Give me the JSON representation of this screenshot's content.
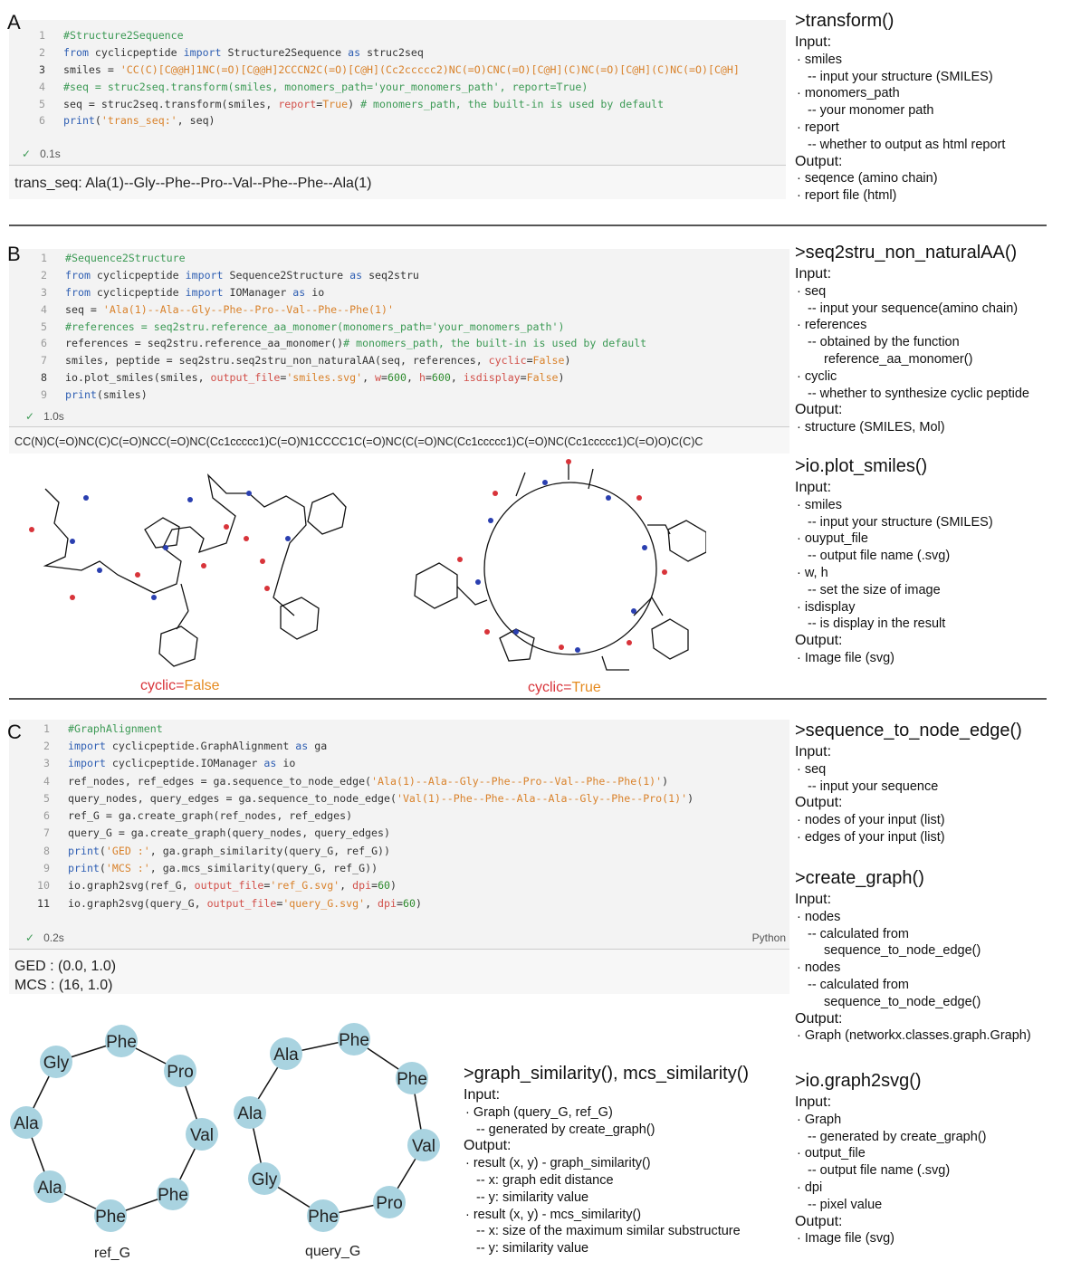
{
  "panels": {
    "a": "A",
    "b": "B",
    "c": "C"
  },
  "code_a": {
    "current_line": 3,
    "lines": [
      [
        [
          "#Structure2Sequence",
          "c"
        ]
      ],
      [
        [
          "from",
          "k"
        ],
        [
          " cyclicpeptide ",
          ""
        ],
        [
          "import",
          "k"
        ],
        [
          " Structure2Sequence ",
          ""
        ],
        [
          "as",
          "k"
        ],
        [
          " struc2seq",
          ""
        ]
      ],
      [
        [
          "smiles = ",
          ""
        ],
        [
          "'CC(C)[C@@H]1NC(=O)[C@@H]2CCCN2C(=O)[C@H](Cc2ccccc2)NC(=O)CNC(=O)[C@H](C)NC(=O)[C@H](C)NC(=O)[C@H]",
          "s"
        ]
      ],
      [
        [
          "#seq = struc2seq.transform(smiles, monomers_path='your_monomers_path', report=True)",
          "c"
        ]
      ],
      [
        [
          "seq = struc2seq.transform(smiles, ",
          ""
        ],
        [
          "report",
          "p"
        ],
        [
          "=",
          ""
        ],
        [
          "True",
          "s"
        ],
        [
          ") ",
          ""
        ],
        [
          "# monomers_path, the built-in is used by default",
          "c"
        ]
      ],
      [
        [
          "print",
          "k"
        ],
        [
          "(",
          ""
        ],
        [
          "'trans_seq:'",
          "s"
        ],
        [
          ", seq)",
          ""
        ]
      ]
    ]
  },
  "status_a": {
    "tick": "✓",
    "time": "0.1s"
  },
  "output_a": "trans_seq: Ala(1)--Gly--Phe--Pro--Val--Phe--Phe--Ala(1)",
  "code_b": {
    "current_line": 8,
    "lines": [
      [
        [
          "#Sequence2Structure",
          "c"
        ]
      ],
      [
        [
          "from",
          "k"
        ],
        [
          " cyclicpeptide ",
          ""
        ],
        [
          "import",
          "k"
        ],
        [
          " Sequence2Structure ",
          ""
        ],
        [
          "as",
          "k"
        ],
        [
          " seq2stru",
          ""
        ]
      ],
      [
        [
          "from",
          "k"
        ],
        [
          " cyclicpeptide ",
          ""
        ],
        [
          "import",
          "k"
        ],
        [
          " IOManager ",
          ""
        ],
        [
          "as",
          "k"
        ],
        [
          " io",
          ""
        ]
      ],
      [
        [
          "seq = ",
          ""
        ],
        [
          "'Ala(1)--Ala--Gly--Phe--Pro--Val--Phe--Phe(1)'",
          "s"
        ]
      ],
      [
        [
          "#references = seq2stru.reference_aa_monomer(monomers_path='your_monomers_path')",
          "c"
        ]
      ],
      [
        [
          "references = seq2stru.reference_aa_monomer()",
          ""
        ],
        [
          "# monomers_path, the built-in is used by default",
          "c"
        ]
      ],
      [
        [
          "smiles, peptide = seq2stru.seq2stru_non_naturalAA(seq, references, ",
          ""
        ],
        [
          "cyclic",
          "p"
        ],
        [
          "=",
          ""
        ],
        [
          "False",
          "s"
        ],
        [
          ")",
          ""
        ]
      ],
      [
        [
          "io.plot_smiles(smiles, ",
          ""
        ],
        [
          "output_file",
          "p"
        ],
        [
          "=",
          ""
        ],
        [
          "'smiles.svg'",
          "s"
        ],
        [
          ", ",
          ""
        ],
        [
          "w",
          "p"
        ],
        [
          "=",
          ""
        ],
        [
          "600",
          "n"
        ],
        [
          ", ",
          ""
        ],
        [
          "h",
          "p"
        ],
        [
          "=",
          ""
        ],
        [
          "600",
          "n"
        ],
        [
          ", ",
          ""
        ],
        [
          "isdisplay",
          "p"
        ],
        [
          "=",
          ""
        ],
        [
          "False",
          "s"
        ],
        [
          ")",
          ""
        ]
      ],
      [
        [
          "print",
          "k"
        ],
        [
          "(smiles)",
          ""
        ]
      ]
    ]
  },
  "status_b": {
    "tick": "✓",
    "time": "1.0s"
  },
  "output_b": "CC(N)C(=O)NC(C)C(=O)NCC(=O)NC(Cc1ccccc1)C(=O)N1CCCC1C(=O)NC(C(=O)NC(Cc1ccccc1)C(=O)NC(Cc1ccccc1)C(=O)O)C(C)C",
  "captions": {
    "left": {
      "key": "cyclic",
      "eq": "=",
      "val": "False"
    },
    "right": {
      "key": "cyclic",
      "eq": "=",
      "val": "True"
    }
  },
  "code_c": {
    "current_line": 11,
    "lines": [
      [
        [
          "#GraphAlignment",
          "c"
        ]
      ],
      [
        [
          "import",
          "k"
        ],
        [
          " cyclicpeptide.GraphAlignment ",
          ""
        ],
        [
          "as",
          "k"
        ],
        [
          " ga",
          ""
        ]
      ],
      [
        [
          "import",
          "k"
        ],
        [
          " cyclicpeptide.IOManager ",
          ""
        ],
        [
          "as",
          "k"
        ],
        [
          " io",
          ""
        ]
      ],
      [
        [
          "ref_nodes, ref_edges = ga.sequence_to_node_edge(",
          ""
        ],
        [
          "'Ala(1)--Ala--Gly--Phe--Pro--Val--Phe--Phe(1)'",
          "s"
        ],
        [
          ")",
          ""
        ]
      ],
      [
        [
          "query_nodes, query_edges = ga.sequence_to_node_edge(",
          ""
        ],
        [
          "'Val(1)--Phe--Phe--Ala--Ala--Gly--Phe--Pro(1)'",
          "s"
        ],
        [
          ")",
          ""
        ]
      ],
      [
        [
          "ref_G = ga.create_graph(ref_nodes, ref_edges)",
          ""
        ]
      ],
      [
        [
          "query_G = ga.create_graph(query_nodes, query_edges)",
          ""
        ]
      ],
      [
        [
          "print",
          "k"
        ],
        [
          "(",
          ""
        ],
        [
          "'GED :'",
          "s"
        ],
        [
          ", ga.graph_similarity(query_G, ref_G))",
          ""
        ]
      ],
      [
        [
          "print",
          "k"
        ],
        [
          "(",
          ""
        ],
        [
          "'MCS :'",
          "s"
        ],
        [
          ", ga.mcs_similarity(query_G, ref_G))",
          ""
        ]
      ],
      [
        [
          "io.graph2svg(ref_G, ",
          ""
        ],
        [
          "output_file",
          "p"
        ],
        [
          "=",
          ""
        ],
        [
          "'ref_G.svg'",
          "s"
        ],
        [
          ", ",
          ""
        ],
        [
          "dpi",
          "p"
        ],
        [
          "=",
          ""
        ],
        [
          "60",
          "n"
        ],
        [
          ")",
          ""
        ]
      ],
      [
        [
          "io.graph2svg(query_G, ",
          ""
        ],
        [
          "output_file",
          "p"
        ],
        [
          "=",
          ""
        ],
        [
          "'query_G.svg'",
          "s"
        ],
        [
          ", ",
          ""
        ],
        [
          "dpi",
          "p"
        ],
        [
          "=",
          ""
        ],
        [
          "60",
          "n"
        ],
        [
          ")",
          ""
        ]
      ]
    ]
  },
  "status_c": {
    "tick": "✓",
    "time": "0.2s",
    "language": "Python"
  },
  "output_c": [
    "GED : (0.0, 1.0)",
    "MCS : (16, 1.0)"
  ],
  "graphs": {
    "ref": {
      "label": "ref_G",
      "nodes": [
        "Phe",
        "Pro",
        "Val",
        "Phe",
        "Phe",
        "Ala",
        "Ala",
        "Gly"
      ]
    },
    "query": {
      "label": "query_G",
      "nodes": [
        "Phe",
        "Phe",
        "Val",
        "Pro",
        "Phe",
        "Gly",
        "Ala",
        "Ala"
      ]
    },
    "node_color": "#a9d3e0"
  },
  "docs": {
    "transform": [
      [
        "ttl",
        ">transform()"
      ],
      [
        "h",
        "Input:"
      ],
      [
        "i",
        "· smiles"
      ],
      [
        "s1",
        "-- input your structure (SMILES)"
      ],
      [
        "i",
        "· monomers_path"
      ],
      [
        "s1",
        "-- your monomer path"
      ],
      [
        "i",
        "· report"
      ],
      [
        "s1",
        "-- whether to output as html report"
      ],
      [
        "h",
        "Output:"
      ],
      [
        "i",
        "· seqence (amino chain)"
      ],
      [
        "i",
        "· report file (html)"
      ]
    ],
    "seq2stru": [
      [
        "ttl",
        ">seq2stru_non_naturalAA()"
      ],
      [
        "h",
        "Input:"
      ],
      [
        "i",
        "· seq"
      ],
      [
        "s1",
        "-- input your sequence(amino chain)"
      ],
      [
        "i",
        "· references"
      ],
      [
        "s1",
        "-- obtained by the function"
      ],
      [
        "s2",
        "reference_aa_monomer()"
      ],
      [
        "i",
        "· cyclic"
      ],
      [
        "s1",
        "-- whether to synthesize cyclic peptide"
      ],
      [
        "h",
        "Output:"
      ],
      [
        "i",
        "· structure (SMILES, Mol)"
      ]
    ],
    "plot_smiles": [
      [
        "ttl",
        ">io.plot_smiles()"
      ],
      [
        "h",
        "Input:"
      ],
      [
        "i",
        "· smiles"
      ],
      [
        "s1",
        "-- input your structure (SMILES)"
      ],
      [
        "i",
        "· ouyput_file"
      ],
      [
        "s1",
        "-- output file name (.svg)"
      ],
      [
        "i",
        "· w, h"
      ],
      [
        "s1",
        "-- set the size of image"
      ],
      [
        "i",
        "· isdisplay"
      ],
      [
        "s1",
        "-- is display in the result"
      ],
      [
        "h",
        "Output:"
      ],
      [
        "i",
        "· Image file (svg)"
      ]
    ],
    "seq_to_node": [
      [
        "ttl",
        ">sequence_to_node_edge()"
      ],
      [
        "h",
        "Input:"
      ],
      [
        "i",
        "· seq"
      ],
      [
        "s1",
        "-- input your sequence"
      ],
      [
        "h",
        "Output:"
      ],
      [
        "i",
        "· nodes of your input (list)"
      ],
      [
        "i",
        "· edges of your input (list)"
      ]
    ],
    "create_graph": [
      [
        "ttl",
        ">create_graph()"
      ],
      [
        "h",
        "Input:"
      ],
      [
        "i",
        "· nodes"
      ],
      [
        "s1",
        "-- calculated from"
      ],
      [
        "s2",
        "sequence_to_node_edge()"
      ],
      [
        "i",
        "· nodes"
      ],
      [
        "s1",
        "-- calculated from"
      ],
      [
        "s2",
        "sequence_to_node_edge()"
      ],
      [
        "h",
        "Output:"
      ],
      [
        "i",
        "· Graph (networkx.classes.graph.Graph)"
      ]
    ],
    "graph2svg": [
      [
        "ttl",
        ">io.graph2svg()"
      ],
      [
        "h",
        "Input:"
      ],
      [
        "i",
        "· Graph"
      ],
      [
        "s1",
        "-- generated by create_graph()"
      ],
      [
        "i",
        "· output_file"
      ],
      [
        "s1",
        "-- output file name (.svg)"
      ],
      [
        "i",
        "· dpi"
      ],
      [
        "s1",
        "-- pixel value"
      ],
      [
        "h",
        "Output:"
      ],
      [
        "i",
        "· Image file (svg)"
      ]
    ],
    "similarity": [
      [
        "ttl",
        ">graph_similarity(), mcs_similarity()"
      ],
      [
        "h",
        "Input:"
      ],
      [
        "i",
        "· Graph (query_G, ref_G)"
      ],
      [
        "s1",
        "-- generated by create_graph()"
      ],
      [
        "h",
        "Output:"
      ],
      [
        "i",
        "· result (x, y) - graph_similarity()"
      ],
      [
        "s1",
        "-- x: graph edit distance"
      ],
      [
        "s1",
        "-- y: similarity value"
      ],
      [
        "i",
        "· result (x, y) - mcs_similarity()"
      ],
      [
        "s1",
        "-- x: size of the maximum similar substructure"
      ],
      [
        "s1",
        "-- y: similarity value"
      ]
    ]
  }
}
